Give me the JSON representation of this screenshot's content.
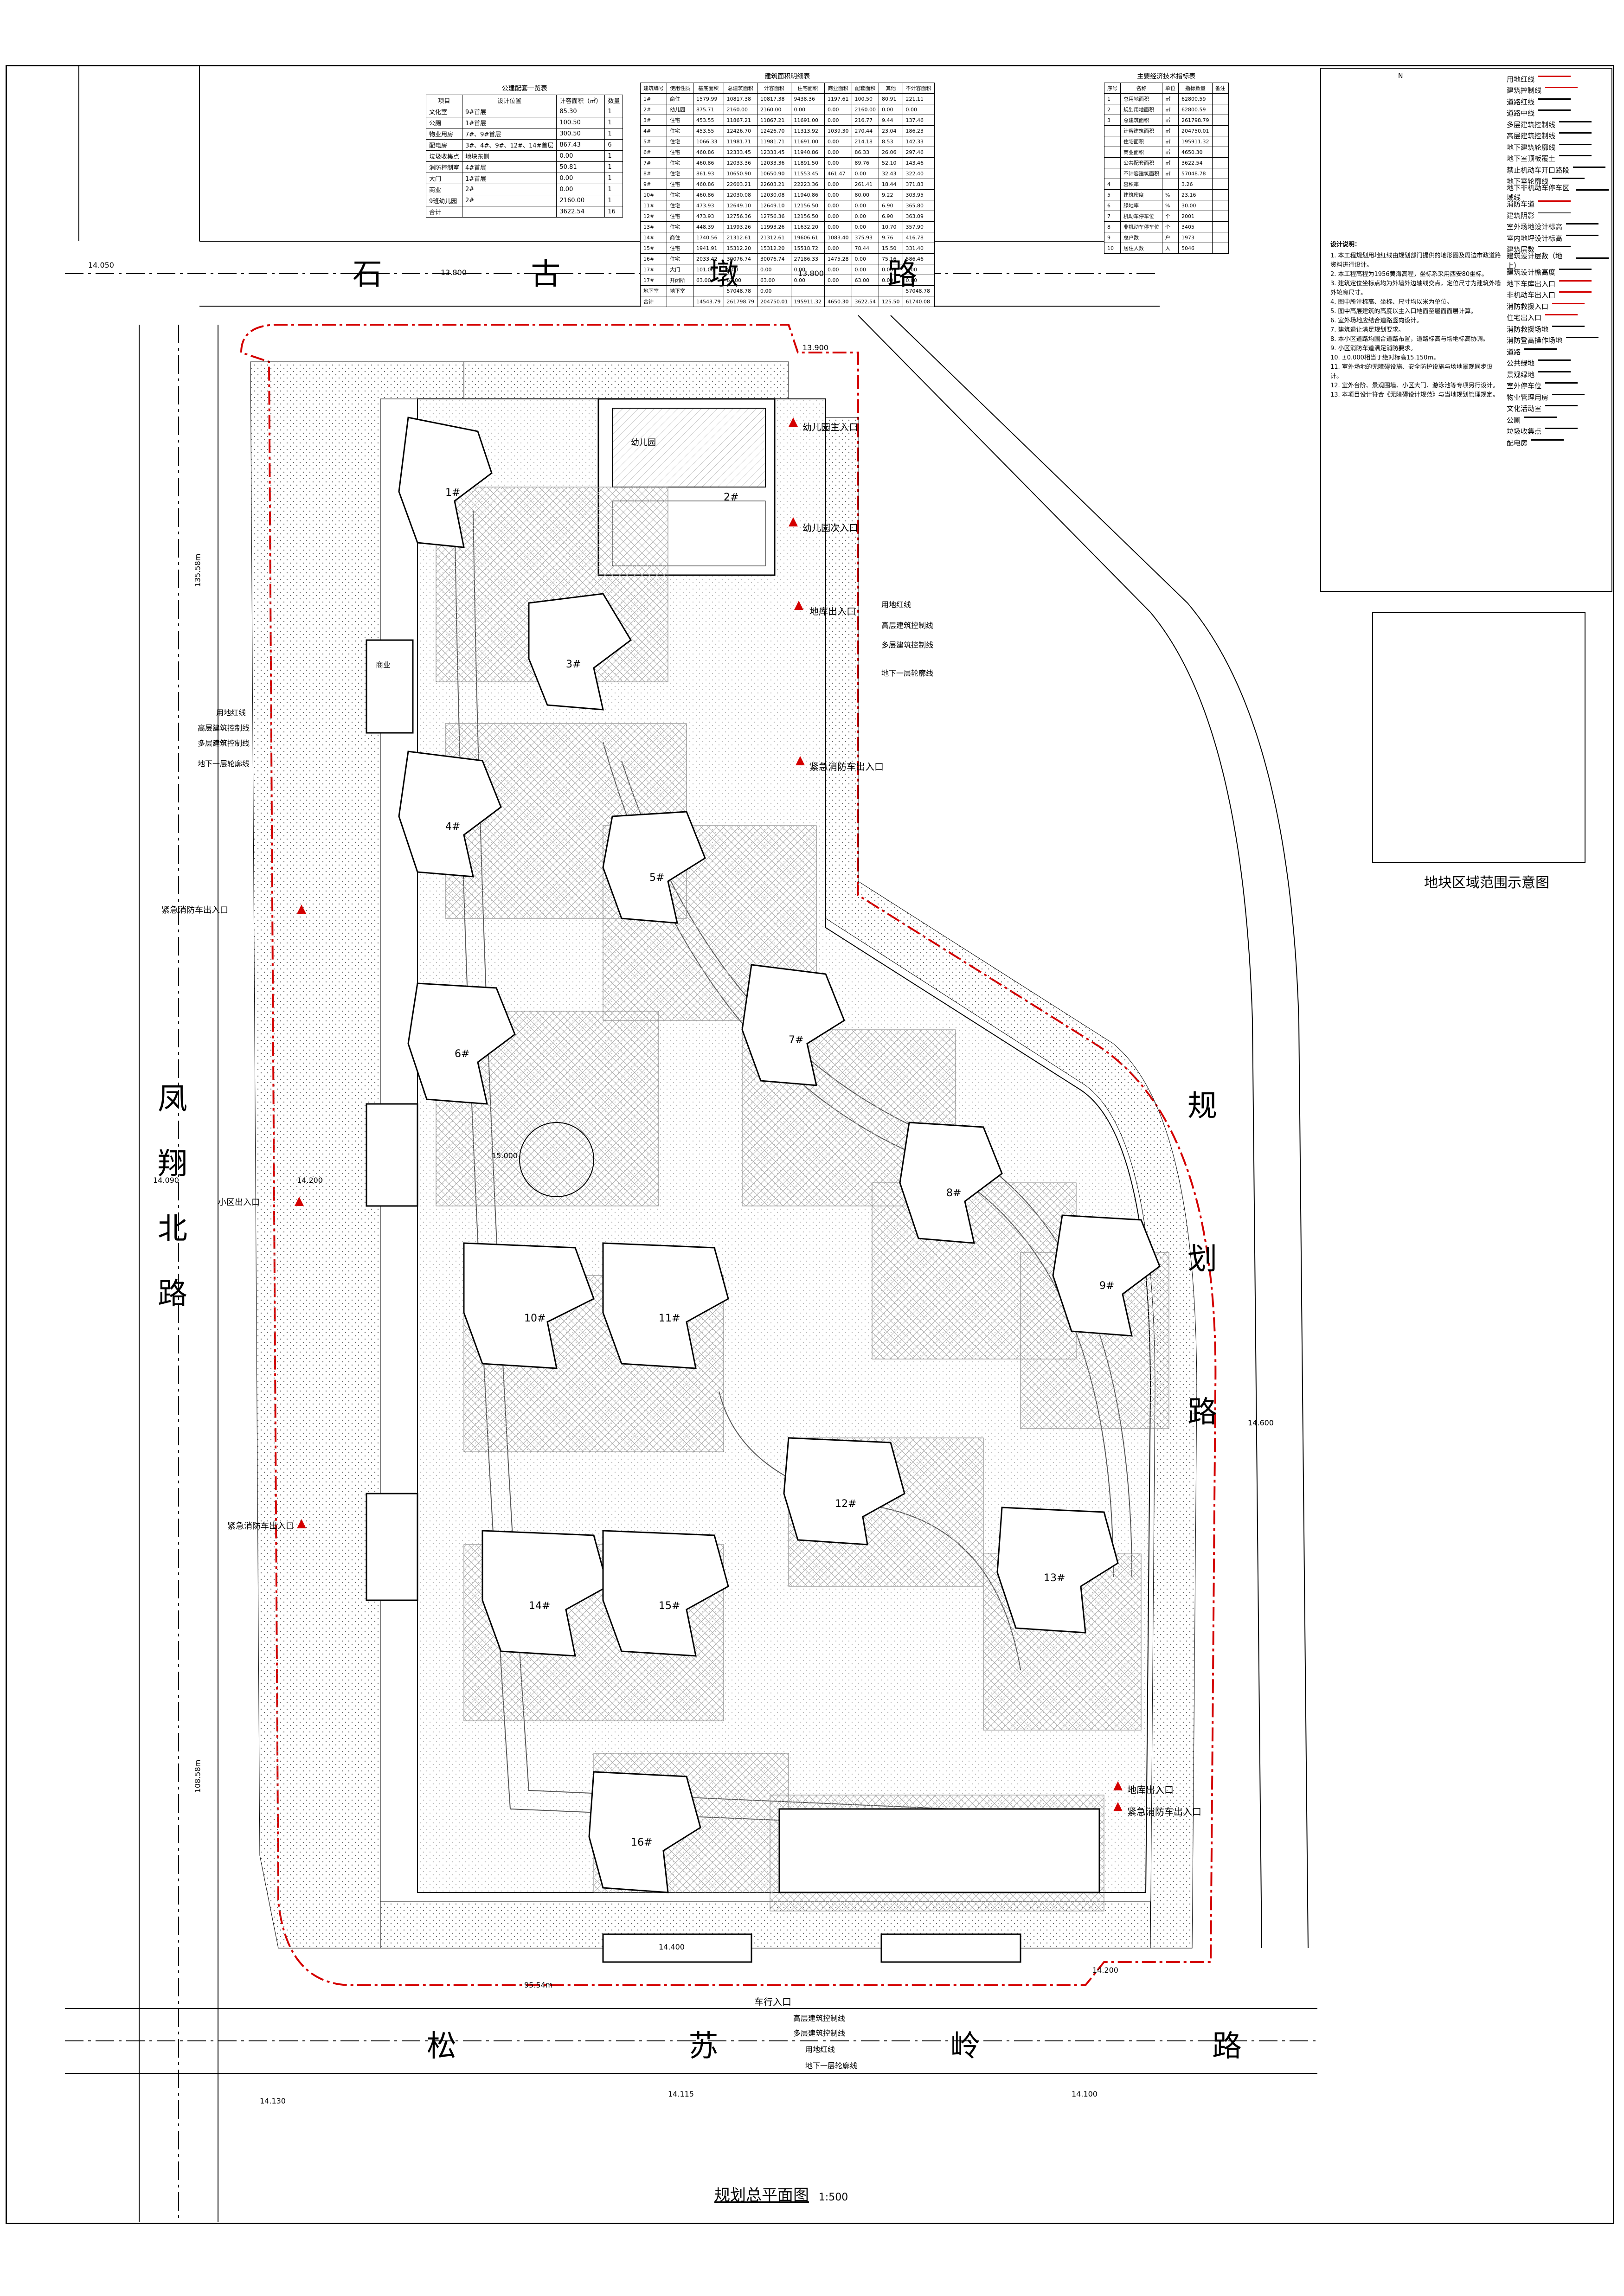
{
  "tables": {
    "public": {
      "title": "公建配套一览表",
      "headers": [
        "项目",
        "设计位置",
        "计容面积（㎡）",
        "数量"
      ],
      "rows": [
        [
          "文化室",
          "9#首层",
          "85.30",
          "1"
        ],
        [
          "公厕",
          "1#首层",
          "100.50",
          "1"
        ],
        [
          "物业用房",
          "7#、9#首层",
          "300.50",
          "1"
        ],
        [
          "配电房",
          "3#、4#、9#、12#、14#首层",
          "867.43",
          "6"
        ],
        [
          "垃圾收集点",
          "地块东侧",
          "0.00",
          "1"
        ],
        [
          "消防控制室",
          "4#首层",
          "50.81",
          "1"
        ],
        [
          "大门",
          "1#首层",
          "0.00",
          "1"
        ],
        [
          "商业",
          "2#",
          "0.00",
          "1"
        ],
        [
          "9班幼儿园",
          "2#",
          "2160.00",
          "1"
        ],
        [
          "合计",
          "",
          "3622.54",
          "16"
        ]
      ]
    },
    "buildings": {
      "title": "建筑面积明细表",
      "headers": [
        "建筑编号",
        "使用性质",
        "基底面积",
        "总建筑面积",
        "计容面积",
        "住宅面积",
        "商业面积",
        "配套面积",
        "其他",
        "不计容面积"
      ],
      "rows": [
        [
          "1#",
          "商住",
          "1579.99",
          "10817.38",
          "10817.38",
          "9438.36",
          "1197.61",
          "100.50",
          "80.91",
          "221.11"
        ],
        [
          "2#",
          "幼儿园",
          "875.71",
          "2160.00",
          "2160.00",
          "0.00",
          "0.00",
          "2160.00",
          "0.00",
          "0.00"
        ],
        [
          "3#",
          "住宅",
          "453.55",
          "11867.21",
          "11867.21",
          "11691.00",
          "0.00",
          "216.77",
          "9.44",
          "137.46"
        ],
        [
          "4#",
          "住宅",
          "453.55",
          "12426.70",
          "12426.70",
          "11313.92",
          "1039.30",
          "270.44",
          "23.04",
          "186.23"
        ],
        [
          "5#",
          "住宅",
          "1066.33",
          "11981.71",
          "11981.71",
          "11691.00",
          "0.00",
          "214.18",
          "8.53",
          "142.33"
        ],
        [
          "6#",
          "住宅",
          "460.86",
          "12333.45",
          "12333.45",
          "11940.86",
          "0.00",
          "86.33",
          "26.06",
          "297.46"
        ],
        [
          "7#",
          "住宅",
          "460.86",
          "12033.36",
          "12033.36",
          "11891.50",
          "0.00",
          "89.76",
          "52.10",
          "143.46"
        ],
        [
          "8#",
          "住宅",
          "861.93",
          "10650.90",
          "10650.90",
          "11553.45",
          "461.47",
          "0.00",
          "32.43",
          "322.40"
        ],
        [
          "9#",
          "住宅",
          "460.86",
          "22603.21",
          "22603.21",
          "22223.36",
          "0.00",
          "261.41",
          "18.44",
          "371.83"
        ],
        [
          "10#",
          "住宅",
          "460.86",
          "12030.08",
          "12030.08",
          "11940.86",
          "0.00",
          "80.00",
          "9.22",
          "303.95"
        ],
        [
          "11#",
          "住宅",
          "473.93",
          "12649.10",
          "12649.10",
          "12156.50",
          "0.00",
          "0.00",
          "6.90",
          "365.80"
        ],
        [
          "12#",
          "住宅",
          "473.93",
          "12756.36",
          "12756.36",
          "12156.50",
          "0.00",
          "0.00",
          "6.90",
          "363.09"
        ],
        [
          "13#",
          "住宅",
          "448.39",
          "11993.26",
          "11993.26",
          "11632.20",
          "0.00",
          "0.00",
          "10.70",
          "357.90"
        ],
        [
          "14#",
          "商住",
          "1740.56",
          "21312.61",
          "21312.61",
          "19606.61",
          "1083.40",
          "375.93",
          "9.76",
          "416.78"
        ],
        [
          "15#",
          "住宅",
          "1941.91",
          "15312.20",
          "15312.20",
          "15518.72",
          "0.00",
          "78.44",
          "15.50",
          "331.40"
        ],
        [
          "16#",
          "住宅",
          "2033.42",
          "30076.74",
          "30076.74",
          "27186.33",
          "1475.28",
          "0.00",
          "75.16",
          "586.46"
        ],
        [
          "17#",
          "大门",
          "101.06",
          "0.00",
          "0.00",
          "0.00",
          "0.00",
          "0.00",
          "0.00",
          "0.00"
        ],
        [
          "17#",
          "开闭所",
          "63.00",
          "63.00",
          "63.00",
          "0.00",
          "0.00",
          "63.00",
          "0.00",
          "0.00"
        ],
        [
          "地下室",
          "地下室",
          "",
          "57048.78",
          "0.00",
          "",
          "",
          "",
          "",
          "57048.78"
        ],
        [
          "合计",
          "",
          "14543.79",
          "261798.79",
          "204750.01",
          "195911.32",
          "4650.30",
          "3622.54",
          "125.50",
          "61740.08"
        ]
      ]
    },
    "indicators": {
      "title": "主要经济技术指标表",
      "headers": [
        "序号",
        "名称",
        "单位",
        "指标数量",
        "备注"
      ],
      "rows": [
        [
          "1",
          "总用地面积",
          "㎡",
          "62800.59",
          ""
        ],
        [
          "2",
          "规划用地面积",
          "㎡",
          "62800.59",
          ""
        ],
        [
          "3",
          "总建筑面积",
          "㎡",
          "261798.79",
          ""
        ],
        [
          "",
          "计容建筑面积",
          "㎡",
          "204750.01",
          ""
        ],
        [
          "",
          "住宅面积",
          "㎡",
          "195911.32",
          ""
        ],
        [
          "",
          "商业面积",
          "㎡",
          "4650.30",
          ""
        ],
        [
          "",
          "公共配套面积",
          "㎡",
          "3622.54",
          ""
        ],
        [
          "",
          "不计容建筑面积",
          "㎡",
          "57048.78",
          ""
        ],
        [
          "4",
          "容积率",
          "",
          "3.26",
          ""
        ],
        [
          "5",
          "建筑密度",
          "%",
          "23.16",
          ""
        ],
        [
          "6",
          "绿地率",
          "%",
          "30.00",
          ""
        ],
        [
          "7",
          "机动车停车位",
          "个",
          "2001",
          ""
        ],
        [
          "8",
          "非机动车停车位",
          "个",
          "3405",
          ""
        ],
        [
          "9",
          "总户数",
          "户",
          "1973",
          ""
        ],
        [
          "10",
          "居住人数",
          "人",
          "5046",
          ""
        ]
      ]
    }
  },
  "legend": {
    "items": [
      {
        "label": "用地红线",
        "color": "#d40000"
      },
      {
        "label": "建筑控制线",
        "color": "#d40000"
      },
      {
        "label": "道路红线",
        "color": "#000000"
      },
      {
        "label": "道路中线",
        "color": "#000000"
      },
      {
        "label": "多层建筑控制线",
        "color": "#000000"
      },
      {
        "label": "高层建筑控制线",
        "color": "#000000"
      },
      {
        "label": "地下建筑轮廓线",
        "color": "#000000"
      },
      {
        "label": "地下室顶板覆土",
        "color": "#000000"
      },
      {
        "label": "禁止机动车开口路段",
        "color": "#000000"
      },
      {
        "label": "地下室轮廓线",
        "color": "#000000"
      },
      {
        "label": "地下非机动车停车区域线",
        "color": "#000000"
      },
      {
        "label": "消防车道",
        "color": "#d40000"
      },
      {
        "label": "建筑阴影",
        "color": "#777777"
      },
      {
        "label": "室外场地设计标高",
        "color": "#000000"
      },
      {
        "label": "室内地坪设计标高",
        "color": "#000000"
      },
      {
        "label": "建筑层数",
        "color": "#000000"
      },
      {
        "label": "建筑设计层数（地上）",
        "color": "#000000"
      },
      {
        "label": "建筑设计檐高度",
        "color": "#000000"
      },
      {
        "label": "地下车库出入口",
        "color": "#d40000"
      },
      {
        "label": "非机动车出入口",
        "color": "#d40000"
      },
      {
        "label": "消防救援入口",
        "color": "#d40000"
      },
      {
        "label": "住宅出入口",
        "color": "#d40000"
      },
      {
        "label": "消防救援场地",
        "color": "#000000"
      },
      {
        "label": "消防登高操作场地",
        "color": "#000000"
      },
      {
        "label": "道路",
        "color": "#000000"
      },
      {
        "label": "公共绿地",
        "color": "#000000"
      },
      {
        "label": "景观绿地",
        "color": "#000000"
      },
      {
        "label": "室外停车位",
        "color": "#000000"
      },
      {
        "label": "物业管理用房",
        "color": "#000000"
      },
      {
        "label": "文化活动室",
        "color": "#000000"
      },
      {
        "label": "公厕",
        "color": "#000000"
      },
      {
        "label": "垃圾收集点",
        "color": "#000000"
      },
      {
        "label": "配电房",
        "color": "#000000"
      }
    ],
    "notes_title": "设计说明：",
    "notes": [
      "1. 本工程规划用地红线由规划部门提供的地形图及周边市政道路资料进行设计。",
      "2. 本工程高程为1956黄海高程，坐标系采用西安80坐标。",
      "3. 建筑定位坐标点均为外墙外边轴线交点，定位尺寸为建筑外墙外轮廓尺寸。",
      "4. 图中所注标高、坐标、尺寸均以米为单位。",
      "5. 图中高层建筑的高度以主入口地面至屋面面层计算。",
      "6. 室外场地应结合道路竖向设计。",
      "7. 建筑退让满足规划要求。",
      "8. 本小区道路均围合道路布置，道路标高与场地标高协调。",
      "9. 小区消防车道满足消防要求。",
      "10. ±0.000相当于绝对标高15.150m。",
      "11. 室外场地的无障碍设施、安全防护设施与场地景观同步设计。",
      "12. 室外台阶、景观围墙、小区大门、游泳池等专项另行设计。",
      "13. 本项目设计符合《无障碍设计规范》与当地规划管理规定。"
    ],
    "compass": "N"
  },
  "keymap": {
    "title": "地块区域范围示意图"
  },
  "roads": {
    "north": "石 古 墩 路",
    "west": "凤 翔 北 路",
    "south": "松 苏 岭 路",
    "east": "规 划 路"
  },
  "labels": {
    "main_title": "规划总平面图",
    "scale": "1:500",
    "kinder_main": "幼儿园主入口",
    "kinder_sub": "幼儿园次入口",
    "parking_in": "地库出入口",
    "parking_out": "地库出入口",
    "fire_in_e1": "紧急消防车出入口",
    "fire_in_w1": "紧急消防车出入口",
    "fire_in_w2": "紧急消防车出入口",
    "fire_in_e2": "紧急消防车出入口",
    "car_entry": "车行入口",
    "community_in": "小区出入口",
    "landline": "用地红线",
    "hi_rise": "高层建筑控制线",
    "multi": "多层建筑控制线",
    "underground": "地下一层轮廓线",
    "landline2": "用地红线",
    "hi_rise2": "高层建筑控制线",
    "multi2": "多层建筑控制线",
    "underground2": "地下一层轮廓线",
    "landline3": "用地红线",
    "hi_rise3": "高层建筑控制线",
    "multi3": "多层建筑控制线",
    "underground3": "地下一层轮廓线",
    "kindergarten": "幼儿园",
    "commercial": "商业",
    "elev_1": "14.050",
    "elev_2": "13.800",
    "elev_3": "13.800",
    "elev_4": "13.900",
    "elev_5": "14.090",
    "elev_6": "14.200",
    "elev_7": "14.130",
    "elev_8": "14.115",
    "elev_9": "14.100",
    "elev_10": "14.600",
    "elev_11": "14.400",
    "elev_12": "14.200",
    "elev_13": "15.000",
    "dist_w": "135.58m",
    "dist_w2": "108.58m",
    "dist_s": "95.54m"
  },
  "building_ids": [
    "1#",
    "2#",
    "3#",
    "4#",
    "5#",
    "6#",
    "7#",
    "8#",
    "9#",
    "10#",
    "11#",
    "12#",
    "13#",
    "14#",
    "15#",
    "16#"
  ]
}
